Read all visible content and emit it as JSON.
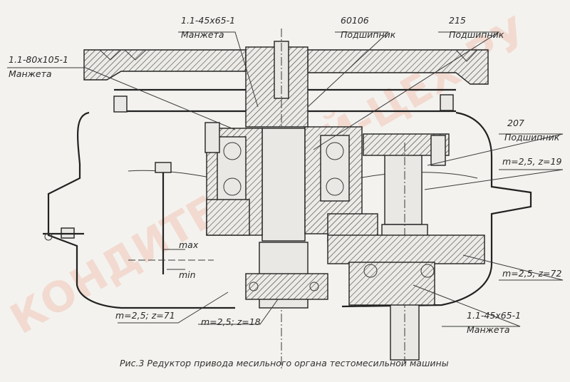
{
  "watermark": {
    "text": "КОНДИТЕРСКИЙ-ЦЕХ.РУ",
    "color": "#f2c8b8"
  },
  "labels": {
    "seal_top": {
      "code": "1.1-45x65-1",
      "name": "Манжета"
    },
    "bearing_60106": {
      "code": "60106",
      "name": "Подшипник"
    },
    "bearing_215": {
      "code": "215",
      "name": "Подшипник"
    },
    "seal_left": {
      "code": "1.1-80x105-1",
      "name": "Манжета"
    },
    "bearing_207": {
      "code": "207",
      "name": "Подшипник"
    },
    "gear_z19": "m=2,5, z=19",
    "level_max": "max",
    "level_min": "min",
    "gear_z72": "m=2,5, z=72",
    "seal_bottom": {
      "code": "1.1-45x65-1",
      "name": "Манжета"
    },
    "gear_z71": "m=2,5;  z=71",
    "gear_z18": "m=2,5;  z=18"
  },
  "caption": "Рис.3 Редуктор привода месильного органа тестомесильной машины"
}
